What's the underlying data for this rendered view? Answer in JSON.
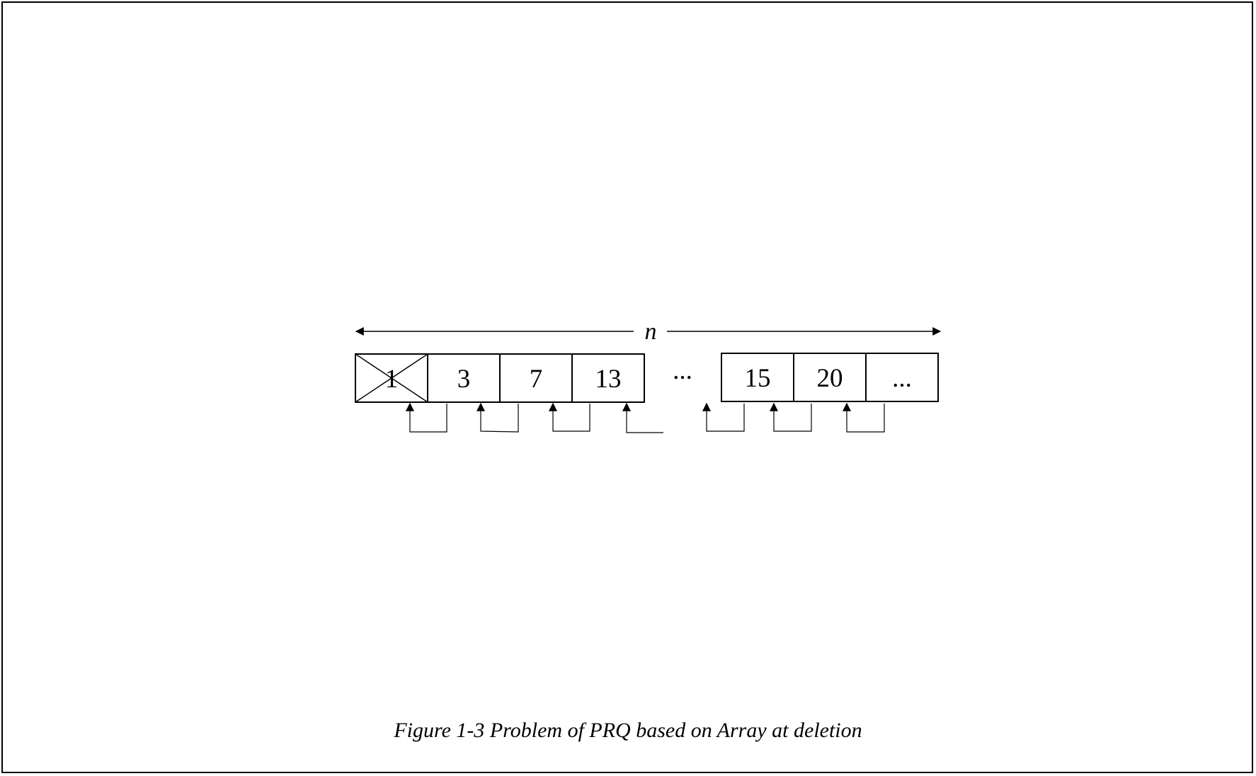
{
  "diagram": {
    "n_label": "n",
    "left_cells": [
      "1",
      "3",
      "7",
      "13"
    ],
    "deleted_cell": "1",
    "gap_text": "...",
    "right_cells": [
      "15",
      "20",
      "..."
    ]
  },
  "caption": "Figure 1-3 Problem of PRQ based on Array at deletion",
  "colors": {
    "stroke": "#000000",
    "background": "#ffffff"
  }
}
